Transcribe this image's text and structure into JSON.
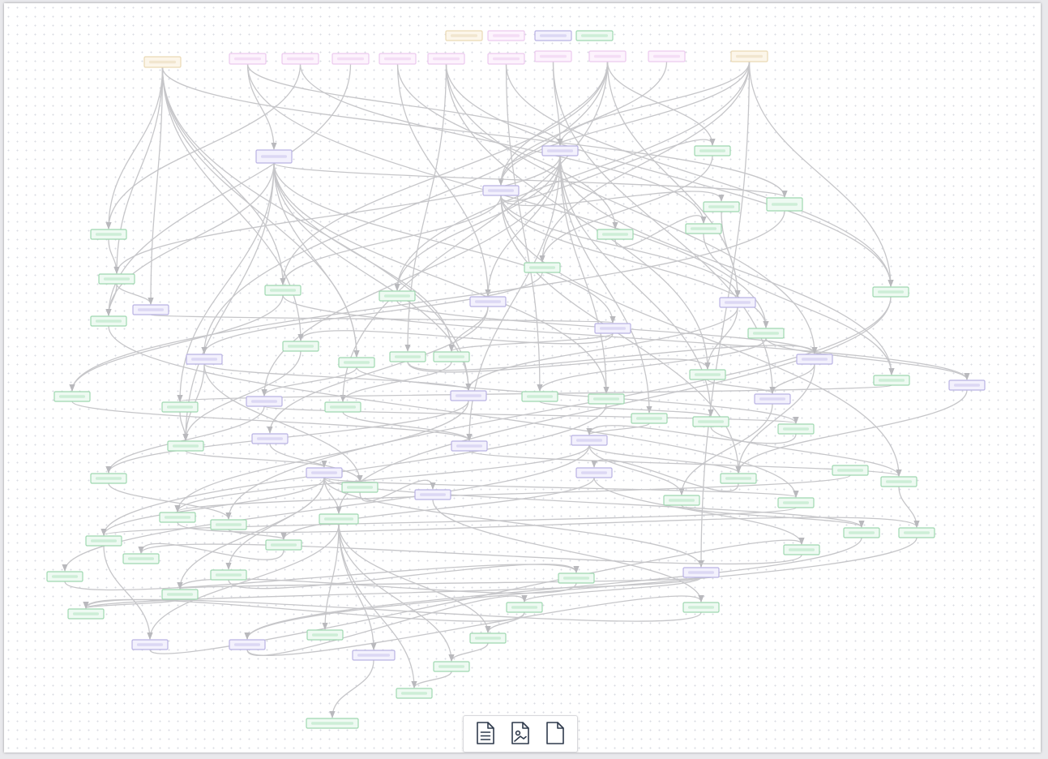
{
  "palette": {
    "input": {
      "fill": "#fcf6ea",
      "stroke": "#ead9b4",
      "bar": "#f1e6cf"
    },
    "source": {
      "fill": "#fdf3fd",
      "stroke": "#ecc9ee",
      "bar": "#f4ddf5"
    },
    "process": {
      "fill": "#f3f1fd",
      "stroke": "#b9b2e3",
      "bar": "#dcd8f4"
    },
    "output": {
      "fill": "#eefaf2",
      "stroke": "#9fd8b0",
      "bar": "#cdeed7"
    }
  },
  "legend": [
    {
      "kind": "input"
    },
    {
      "kind": "source"
    },
    {
      "kind": "process"
    },
    {
      "kind": "output"
    }
  ],
  "nodes": [
    {
      "id": "n1",
      "kind": "input"
    },
    {
      "id": "n2",
      "kind": "source"
    },
    {
      "id": "n3",
      "kind": "source"
    },
    {
      "id": "n4",
      "kind": "source"
    },
    {
      "id": "n5",
      "kind": "source"
    },
    {
      "id": "n6",
      "kind": "source"
    },
    {
      "id": "n7",
      "kind": "source"
    },
    {
      "id": "n8",
      "kind": "source"
    },
    {
      "id": "n9",
      "kind": "source"
    },
    {
      "id": "n10",
      "kind": "source"
    },
    {
      "id": "n11",
      "kind": "input"
    },
    {
      "id": "p1",
      "kind": "process"
    },
    {
      "id": "p2",
      "kind": "process"
    },
    {
      "id": "p3",
      "kind": "process"
    },
    {
      "id": "g1",
      "kind": "output"
    },
    {
      "id": "g2",
      "kind": "output"
    },
    {
      "id": "g3",
      "kind": "output"
    },
    {
      "id": "g4",
      "kind": "output"
    },
    {
      "id": "g5",
      "kind": "output"
    },
    {
      "id": "g6",
      "kind": "output"
    },
    {
      "id": "g7",
      "kind": "output"
    },
    {
      "id": "g8",
      "kind": "output"
    },
    {
      "id": "g9",
      "kind": "output"
    },
    {
      "id": "g10",
      "kind": "output"
    },
    {
      "id": "p4",
      "kind": "process"
    },
    {
      "id": "p5",
      "kind": "process"
    },
    {
      "id": "p6",
      "kind": "process"
    },
    {
      "id": "g11",
      "kind": "output"
    },
    {
      "id": "g12",
      "kind": "output"
    },
    {
      "id": "g13",
      "kind": "output"
    },
    {
      "id": "p7",
      "kind": "process"
    },
    {
      "id": "g14",
      "kind": "output"
    },
    {
      "id": "g15",
      "kind": "output"
    },
    {
      "id": "g16",
      "kind": "output"
    },
    {
      "id": "g17",
      "kind": "output"
    },
    {
      "id": "g18",
      "kind": "output"
    },
    {
      "id": "g19",
      "kind": "output"
    },
    {
      "id": "p8",
      "kind": "process"
    },
    {
      "id": "g20",
      "kind": "output"
    },
    {
      "id": "p9",
      "kind": "process"
    },
    {
      "id": "p10",
      "kind": "process"
    },
    {
      "id": "g21",
      "kind": "output"
    },
    {
      "id": "g22",
      "kind": "output"
    },
    {
      "id": "p11",
      "kind": "process"
    },
    {
      "id": "g23",
      "kind": "output"
    },
    {
      "id": "g24",
      "kind": "output"
    },
    {
      "id": "p12",
      "kind": "process"
    },
    {
      "id": "g25",
      "kind": "output"
    },
    {
      "id": "p13",
      "kind": "process"
    },
    {
      "id": "g26",
      "kind": "output"
    },
    {
      "id": "p14",
      "kind": "process"
    },
    {
      "id": "g27",
      "kind": "output"
    },
    {
      "id": "p15",
      "kind": "process"
    },
    {
      "id": "g28",
      "kind": "output"
    },
    {
      "id": "p16",
      "kind": "process"
    },
    {
      "id": "p17",
      "kind": "process"
    },
    {
      "id": "g29",
      "kind": "output"
    },
    {
      "id": "g30",
      "kind": "output"
    },
    {
      "id": "g31",
      "kind": "output"
    },
    {
      "id": "p18",
      "kind": "process"
    },
    {
      "id": "g32",
      "kind": "output"
    },
    {
      "id": "p19",
      "kind": "process"
    },
    {
      "id": "g33",
      "kind": "output"
    },
    {
      "id": "g34",
      "kind": "output"
    },
    {
      "id": "g35",
      "kind": "output"
    },
    {
      "id": "g36",
      "kind": "output"
    },
    {
      "id": "g37",
      "kind": "output"
    },
    {
      "id": "g38",
      "kind": "output"
    },
    {
      "id": "g39",
      "kind": "output"
    },
    {
      "id": "g40",
      "kind": "output"
    },
    {
      "id": "p20",
      "kind": "process"
    },
    {
      "id": "g41",
      "kind": "output"
    },
    {
      "id": "g42",
      "kind": "output"
    },
    {
      "id": "p21",
      "kind": "process"
    },
    {
      "id": "g43",
      "kind": "output"
    },
    {
      "id": "g44",
      "kind": "output"
    },
    {
      "id": "g45",
      "kind": "output"
    },
    {
      "id": "p22",
      "kind": "process"
    },
    {
      "id": "g46",
      "kind": "output"
    },
    {
      "id": "g47",
      "kind": "output"
    },
    {
      "id": "g48",
      "kind": "output"
    },
    {
      "id": "g49",
      "kind": "output"
    },
    {
      "id": "p23",
      "kind": "process"
    },
    {
      "id": "g50",
      "kind": "output"
    },
    {
      "id": "g51",
      "kind": "output"
    }
  ],
  "edges": [
    [
      "n1",
      "g1"
    ],
    [
      "n1",
      "g2"
    ],
    [
      "n1",
      "p4"
    ],
    [
      "n1",
      "g10"
    ],
    [
      "n1",
      "g14"
    ],
    [
      "n1",
      "g15"
    ],
    [
      "n1",
      "p11"
    ],
    [
      "n1",
      "g6"
    ],
    [
      "n2",
      "p1"
    ],
    [
      "n2",
      "g13"
    ],
    [
      "n2",
      "p2"
    ],
    [
      "n3",
      "g8"
    ],
    [
      "n3",
      "g1"
    ],
    [
      "n4",
      "g3"
    ],
    [
      "n5",
      "g7"
    ],
    [
      "n5",
      "p5"
    ],
    [
      "n6",
      "g12"
    ],
    [
      "n6",
      "g16"
    ],
    [
      "n6",
      "g18"
    ],
    [
      "n6",
      "p10"
    ],
    [
      "n7",
      "g23"
    ],
    [
      "n7",
      "g12"
    ],
    [
      "n8",
      "p2"
    ],
    [
      "n8",
      "p12"
    ],
    [
      "n9",
      "g4"
    ],
    [
      "n9",
      "g10"
    ],
    [
      "n9",
      "p6"
    ],
    [
      "n9",
      "p8"
    ],
    [
      "n9",
      "g22"
    ],
    [
      "n9",
      "p3"
    ],
    [
      "n10",
      "p3"
    ],
    [
      "n11",
      "p3"
    ],
    [
      "n11",
      "g11"
    ],
    [
      "n11",
      "g9"
    ],
    [
      "n11",
      "p20"
    ],
    [
      "n11",
      "g12"
    ],
    [
      "n11",
      "p2"
    ],
    [
      "p1",
      "g3"
    ],
    [
      "p1",
      "g6"
    ],
    [
      "p1",
      "p7"
    ],
    [
      "p1",
      "g15"
    ],
    [
      "p1",
      "p11"
    ],
    [
      "p1",
      "g17"
    ],
    [
      "p1",
      "g21"
    ],
    [
      "p1",
      "g27"
    ],
    [
      "p1",
      "g24"
    ],
    [
      "p3",
      "g4"
    ],
    [
      "p3",
      "g5"
    ],
    [
      "p3",
      "g10"
    ],
    [
      "p3",
      "p6"
    ],
    [
      "p3",
      "g13"
    ],
    [
      "p3",
      "g30"
    ],
    [
      "p3",
      "g33"
    ],
    [
      "p2",
      "g11"
    ],
    [
      "p2",
      "p5"
    ],
    [
      "p2",
      "g19"
    ],
    [
      "p2",
      "g25"
    ],
    [
      "p2",
      "p9"
    ],
    [
      "p2",
      "g2"
    ],
    [
      "p2",
      "p15"
    ],
    [
      "p2",
      "g26"
    ],
    [
      "p2",
      "g24"
    ],
    [
      "g1",
      "g2"
    ],
    [
      "g2",
      "p4"
    ],
    [
      "g2",
      "g3"
    ],
    [
      "g3",
      "g35"
    ],
    [
      "g4",
      "g9"
    ],
    [
      "g5",
      "p6"
    ],
    [
      "g6",
      "g20"
    ],
    [
      "g7",
      "g8"
    ],
    [
      "g8",
      "g19"
    ],
    [
      "g9",
      "p8"
    ],
    [
      "g10",
      "g20"
    ],
    [
      "g10",
      "p13"
    ],
    [
      "p4",
      "p7"
    ],
    [
      "p5",
      "g17"
    ],
    [
      "p5",
      "p14"
    ],
    [
      "p6",
      "g18"
    ],
    [
      "p6",
      "p11"
    ],
    [
      "g11",
      "p10"
    ],
    [
      "g12",
      "g37"
    ],
    [
      "g12",
      "g38"
    ],
    [
      "g13",
      "p13"
    ],
    [
      "g13",
      "g23"
    ],
    [
      "p7",
      "g14"
    ],
    [
      "p7",
      "g17"
    ],
    [
      "g14",
      "g27"
    ],
    [
      "g15",
      "p9"
    ],
    [
      "g15",
      "g28"
    ],
    [
      "g16",
      "g18"
    ],
    [
      "g16",
      "p10"
    ],
    [
      "g17",
      "g22"
    ],
    [
      "g18",
      "p12"
    ],
    [
      "g19",
      "g21"
    ],
    [
      "p8",
      "g27"
    ],
    [
      "p8",
      "p11"
    ],
    [
      "p8",
      "g32"
    ],
    [
      "g20",
      "p15"
    ],
    [
      "p9",
      "g29"
    ],
    [
      "p9",
      "g28"
    ],
    [
      "p10",
      "g30"
    ],
    [
      "p10",
      "p12"
    ],
    [
      "g21",
      "g27"
    ],
    [
      "g22",
      "p15"
    ],
    [
      "p11",
      "g29"
    ],
    [
      "p11",
      "g36"
    ],
    [
      "g23",
      "g26"
    ],
    [
      "g24",
      "g39"
    ],
    [
      "p12",
      "g34"
    ],
    [
      "g25",
      "p16"
    ],
    [
      "p13",
      "g30"
    ],
    [
      "g26",
      "g33"
    ],
    [
      "p14",
      "g32"
    ],
    [
      "g27",
      "p17"
    ],
    [
      "p15",
      "g33"
    ],
    [
      "g28",
      "p16"
    ],
    [
      "p16",
      "g34"
    ],
    [
      "p16",
      "g36"
    ],
    [
      "p16",
      "g30"
    ],
    [
      "p16",
      "g45"
    ],
    [
      "p17",
      "g35"
    ],
    [
      "p17",
      "g38"
    ],
    [
      "p17",
      "g39"
    ],
    [
      "p17",
      "g41"
    ],
    [
      "p17",
      "g46"
    ],
    [
      "p17",
      "p20"
    ],
    [
      "p17",
      "g48"
    ],
    [
      "g29",
      "g37"
    ],
    [
      "g30",
      "p18"
    ],
    [
      "g31",
      "g36"
    ],
    [
      "p18",
      "g40"
    ],
    [
      "p18",
      "g43"
    ],
    [
      "g32",
      "p19"
    ],
    [
      "p19",
      "g50"
    ],
    [
      "g33",
      "g42"
    ],
    [
      "g34",
      "g41"
    ],
    [
      "g35",
      "g39"
    ],
    [
      "g36",
      "g42"
    ],
    [
      "g37",
      "g40"
    ],
    [
      "g38",
      "p21"
    ],
    [
      "g39",
      "p21"
    ],
    [
      "g40",
      "g44"
    ],
    [
      "p20",
      "g49"
    ],
    [
      "p20",
      "g51"
    ],
    [
      "p20",
      "g48"
    ],
    [
      "g41",
      "p22"
    ],
    [
      "g42",
      "p22"
    ],
    [
      "p21",
      "g43"
    ],
    [
      "g43",
      "g44"
    ],
    [
      "g44",
      "p23"
    ],
    [
      "g45",
      "g47"
    ],
    [
      "g46",
      "g47"
    ],
    [
      "g47",
      "g48"
    ],
    [
      "p22",
      "g49"
    ],
    [
      "p22",
      "g50"
    ],
    [
      "g48",
      "g51"
    ],
    [
      "g49",
      "g51"
    ],
    [
      "g50",
      "g51"
    ]
  ],
  "toolbar": [
    {
      "icon": "document-text-icon"
    },
    {
      "icon": "document-image-icon"
    },
    {
      "icon": "blank-page-icon"
    }
  ]
}
